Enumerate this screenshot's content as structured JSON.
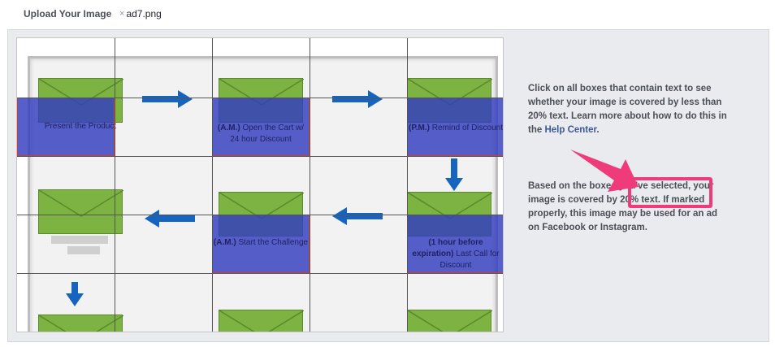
{
  "header": {
    "title": "Upload Your Image",
    "file_name": "ad7.png",
    "remove_glyph": "×"
  },
  "cells": {
    "c1": "Present the Product",
    "c2_bold": "(A.M.)",
    "c2_rest": " Open the Cart w/ 24 hour Discount",
    "c3_bold": "(P.M.)",
    "c3_rest": " Remind of Discount",
    "c4_bold": "(A.M.)",
    "c4_rest": " Start the Challenge",
    "c5_bold": "(1 hour before expiration)",
    "c5_rest": " Last Call for Discount"
  },
  "info": {
    "text": "Click on all boxes that contain text to see whether your image is covered by less than 20% text. Learn more about how to do this in the ",
    "link": "Help Center",
    "end": "."
  },
  "result": {
    "text": "Based on the boxes you've selected, your image is covered by 20% text. If marked properly, this image may be used for an ad on Facebook or Instagram."
  },
  "colors": {
    "selection": "#323cbe",
    "annotation": "#ef3b7a",
    "arrow": "#1565c0",
    "envelope": "#7cb342"
  }
}
